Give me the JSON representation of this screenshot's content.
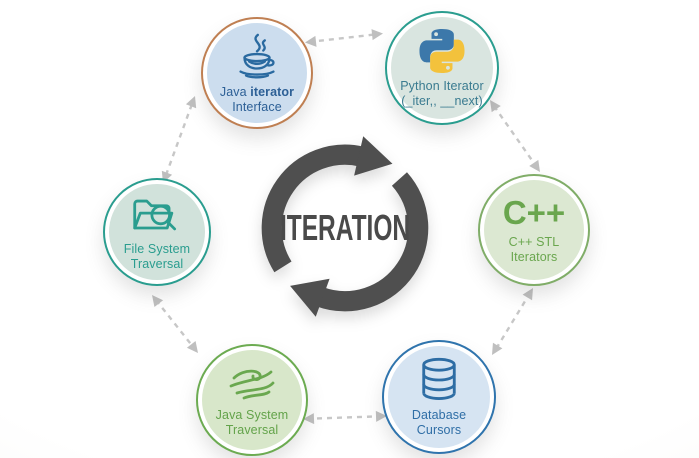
{
  "center": {
    "label": "ITERATION",
    "arrow_color": "#4f4f4f",
    "text_color": "#4a4a4a"
  },
  "connectors": {
    "style": "dashed",
    "bidirectional": true,
    "color": "#c7c7c7",
    "pairs": [
      "java-iterator ↔ python-iterator",
      "python-iterator ↔ cpp-stl",
      "cpp-stl ↔ database-cursors",
      "database-cursors ↔ java-system-traversal",
      "java-system-traversal ↔ file-system-traversal",
      "file-system-traversal ↔ java-iterator"
    ]
  },
  "nodes": {
    "java": {
      "label_prefix": "Java ",
      "label_bold": "iterator",
      "line2": "Interface",
      "icon": "java-coffee-cup-icon",
      "fill": "#ccddee",
      "ring": "#bf7f52",
      "text_color": "#2d6096"
    },
    "python": {
      "line1": "Python Iterator",
      "line2": "(_iter,, __next)",
      "icon": "python-logo-icon",
      "fill": "#d9e5e0",
      "ring": "#2a9d8f",
      "text_color": "#3a7b90"
    },
    "cpp": {
      "big": "C++",
      "line1": "C++ STL",
      "line2": "Iterators",
      "icon": "cpp-wordmark",
      "fill": "#dce8d2",
      "ring": "#80ad68",
      "text_color": "#6aa64e"
    },
    "database": {
      "line1": "Database",
      "line2": "Cursors",
      "icon": "database-cylinder-icon",
      "fill": "#d6e4f2",
      "ring": "#2f74ad",
      "text_color": "#2f6ea6"
    },
    "javasys": {
      "line1": "Java System",
      "line2": "Traversal",
      "icon": "wind-swirl-icon",
      "fill": "#d8e7ca",
      "ring": "#6cab51",
      "text_color": "#63a34a"
    },
    "filesys": {
      "line1": "File System",
      "line2": "Traversal",
      "icon": "folder-search-icon",
      "fill": "#d1e2db",
      "ring": "#2a9d8f",
      "text_color": "#2a9d8f"
    }
  }
}
